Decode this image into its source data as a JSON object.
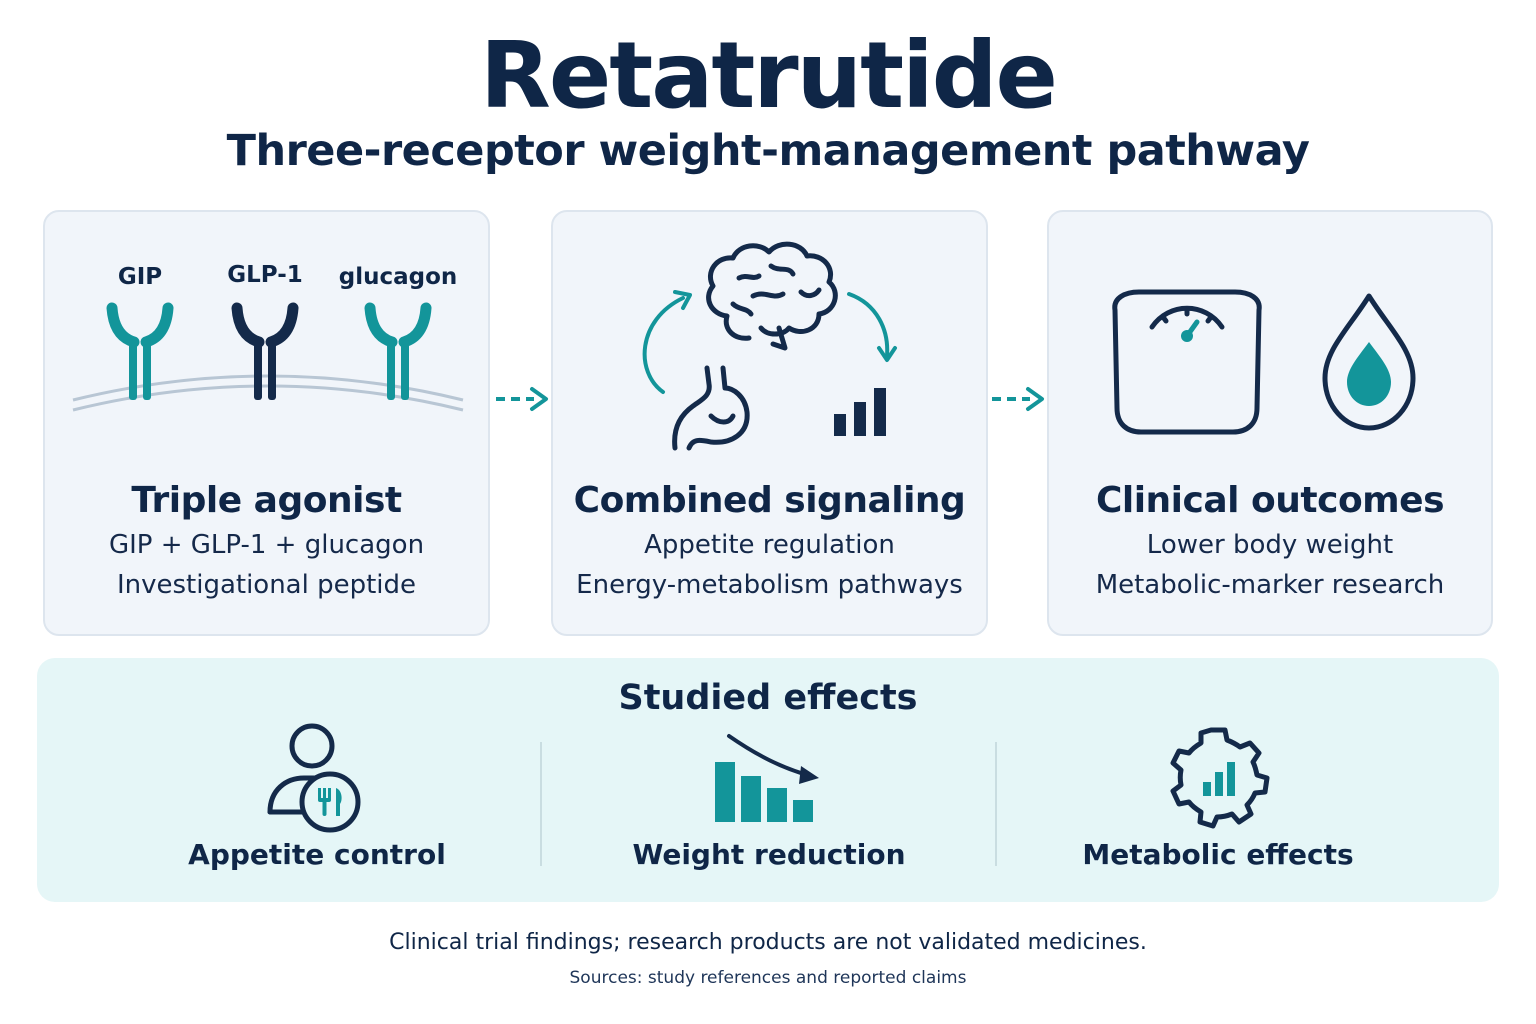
{
  "title": "Retatrutide",
  "subtitle": "Three-receptor weight-management pathway",
  "colors": {
    "navy": "#0f2647",
    "teal": "#13959a",
    "card_bg": "#f1f5fa",
    "effects_bg": "#e5f6f7"
  },
  "cards": [
    {
      "title": "Triple agonist",
      "lines": [
        "GIP + GLP-1 + glucagon",
        "Investigational peptide"
      ],
      "receptors": [
        "GIP",
        "GLP-1",
        "glucagon"
      ],
      "icons": [
        "receptor-icon",
        "cell-membrane-icon"
      ]
    },
    {
      "title": "Combined signaling",
      "lines": [
        "Appetite regulation",
        "Energy-metabolism pathways"
      ],
      "icons": [
        "brain-icon",
        "stomach-icon",
        "bar-chart-icon",
        "cycle-arrow-icon"
      ]
    },
    {
      "title": "Clinical outcomes",
      "lines": [
        "Lower body weight",
        "Metabolic-marker research"
      ],
      "icons": [
        "scale-icon",
        "drop-icon"
      ]
    }
  ],
  "effects": {
    "title": "Studied effects",
    "items": [
      {
        "label": "Appetite control",
        "icon": "person-utensils-icon"
      },
      {
        "label": "Weight reduction",
        "icon": "declining-bars-icon"
      },
      {
        "label": "Metabolic effects",
        "icon": "gear-chart-icon"
      }
    ]
  },
  "footnote": "Clinical trial findings; research products are not validated medicines.",
  "source": "Sources: study references and reported claims"
}
